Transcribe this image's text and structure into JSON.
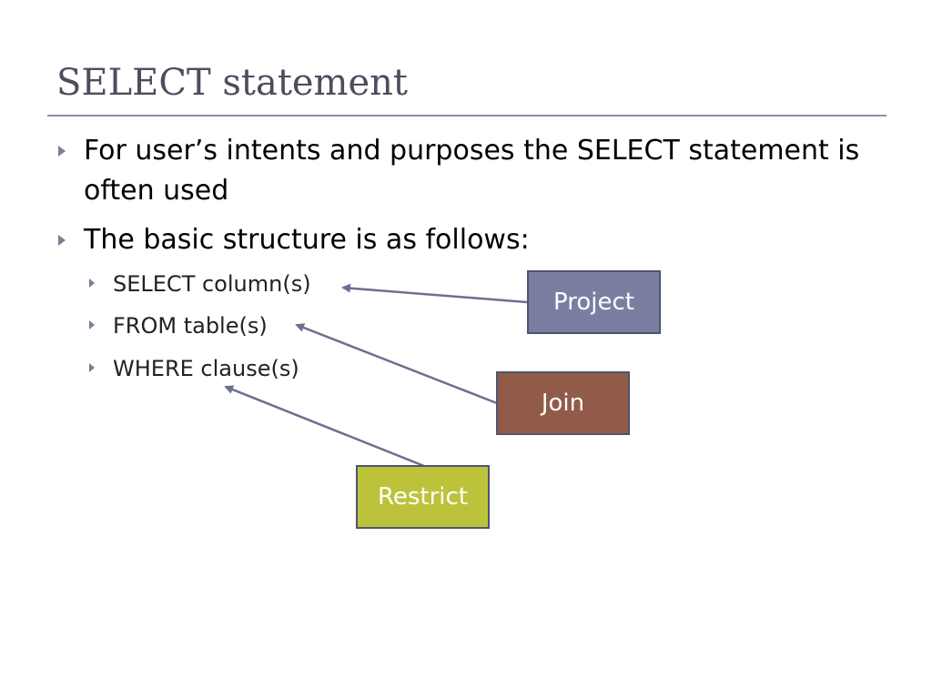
{
  "slide": {
    "title": "SELECT statement",
    "bullets": [
      "For user’s intents and purposes the SELECT statement is often used",
      "The basic structure is as follows:"
    ],
    "sub_bullets": [
      "SELECT column(s)",
      "FROM table(s)",
      "WHERE clause(s)"
    ],
    "labels": {
      "project": "Project",
      "join": "Join",
      "restrict": "Restrict"
    }
  },
  "colors": {
    "title": "#4d4d5e",
    "rule": "#8b90ad",
    "project": "#7a7fa1",
    "join": "#925b49",
    "restrict": "#bcc33a",
    "arrow": "#6b7091"
  },
  "icons": {
    "bullet": "triangle-right-icon"
  }
}
